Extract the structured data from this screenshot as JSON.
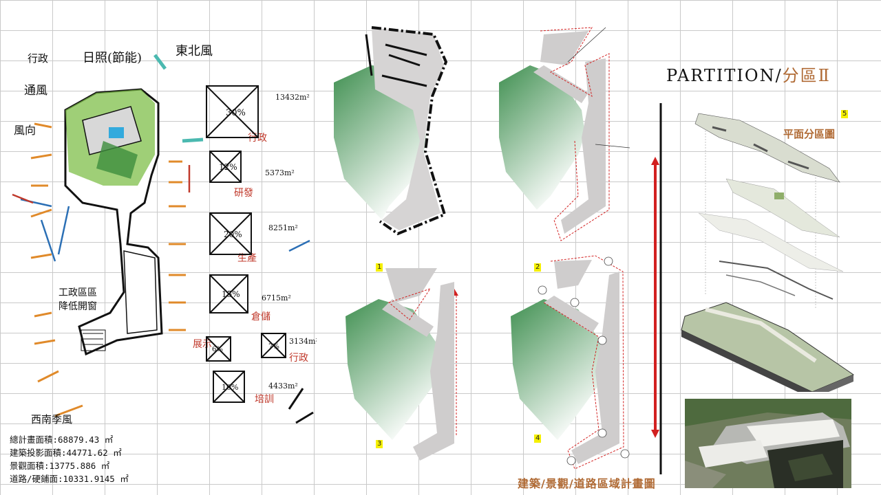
{
  "title": {
    "latin": "PARTITION/",
    "cjk": "分區Ⅱ"
  },
  "subtitle": "平面分區圖",
  "bottom_title": "建築/景觀/道路區域計畫圖",
  "stats": [
    "總計畫面積:68879.43 ㎡",
    "建築投影面積:44771.62 ㎡",
    "景觀面積:13775.886 ㎡",
    "道路/硬鋪面:10331.9145 ㎡"
  ],
  "badges": [
    "1",
    "2",
    "3",
    "4",
    "5"
  ],
  "colors": {
    "accent": "#b06a34",
    "landscape_green": "#4e9a5d",
    "building_grey": "#cfcdcd",
    "red_line": "#d22020",
    "badge_yellow": "#f5f000"
  }
}
